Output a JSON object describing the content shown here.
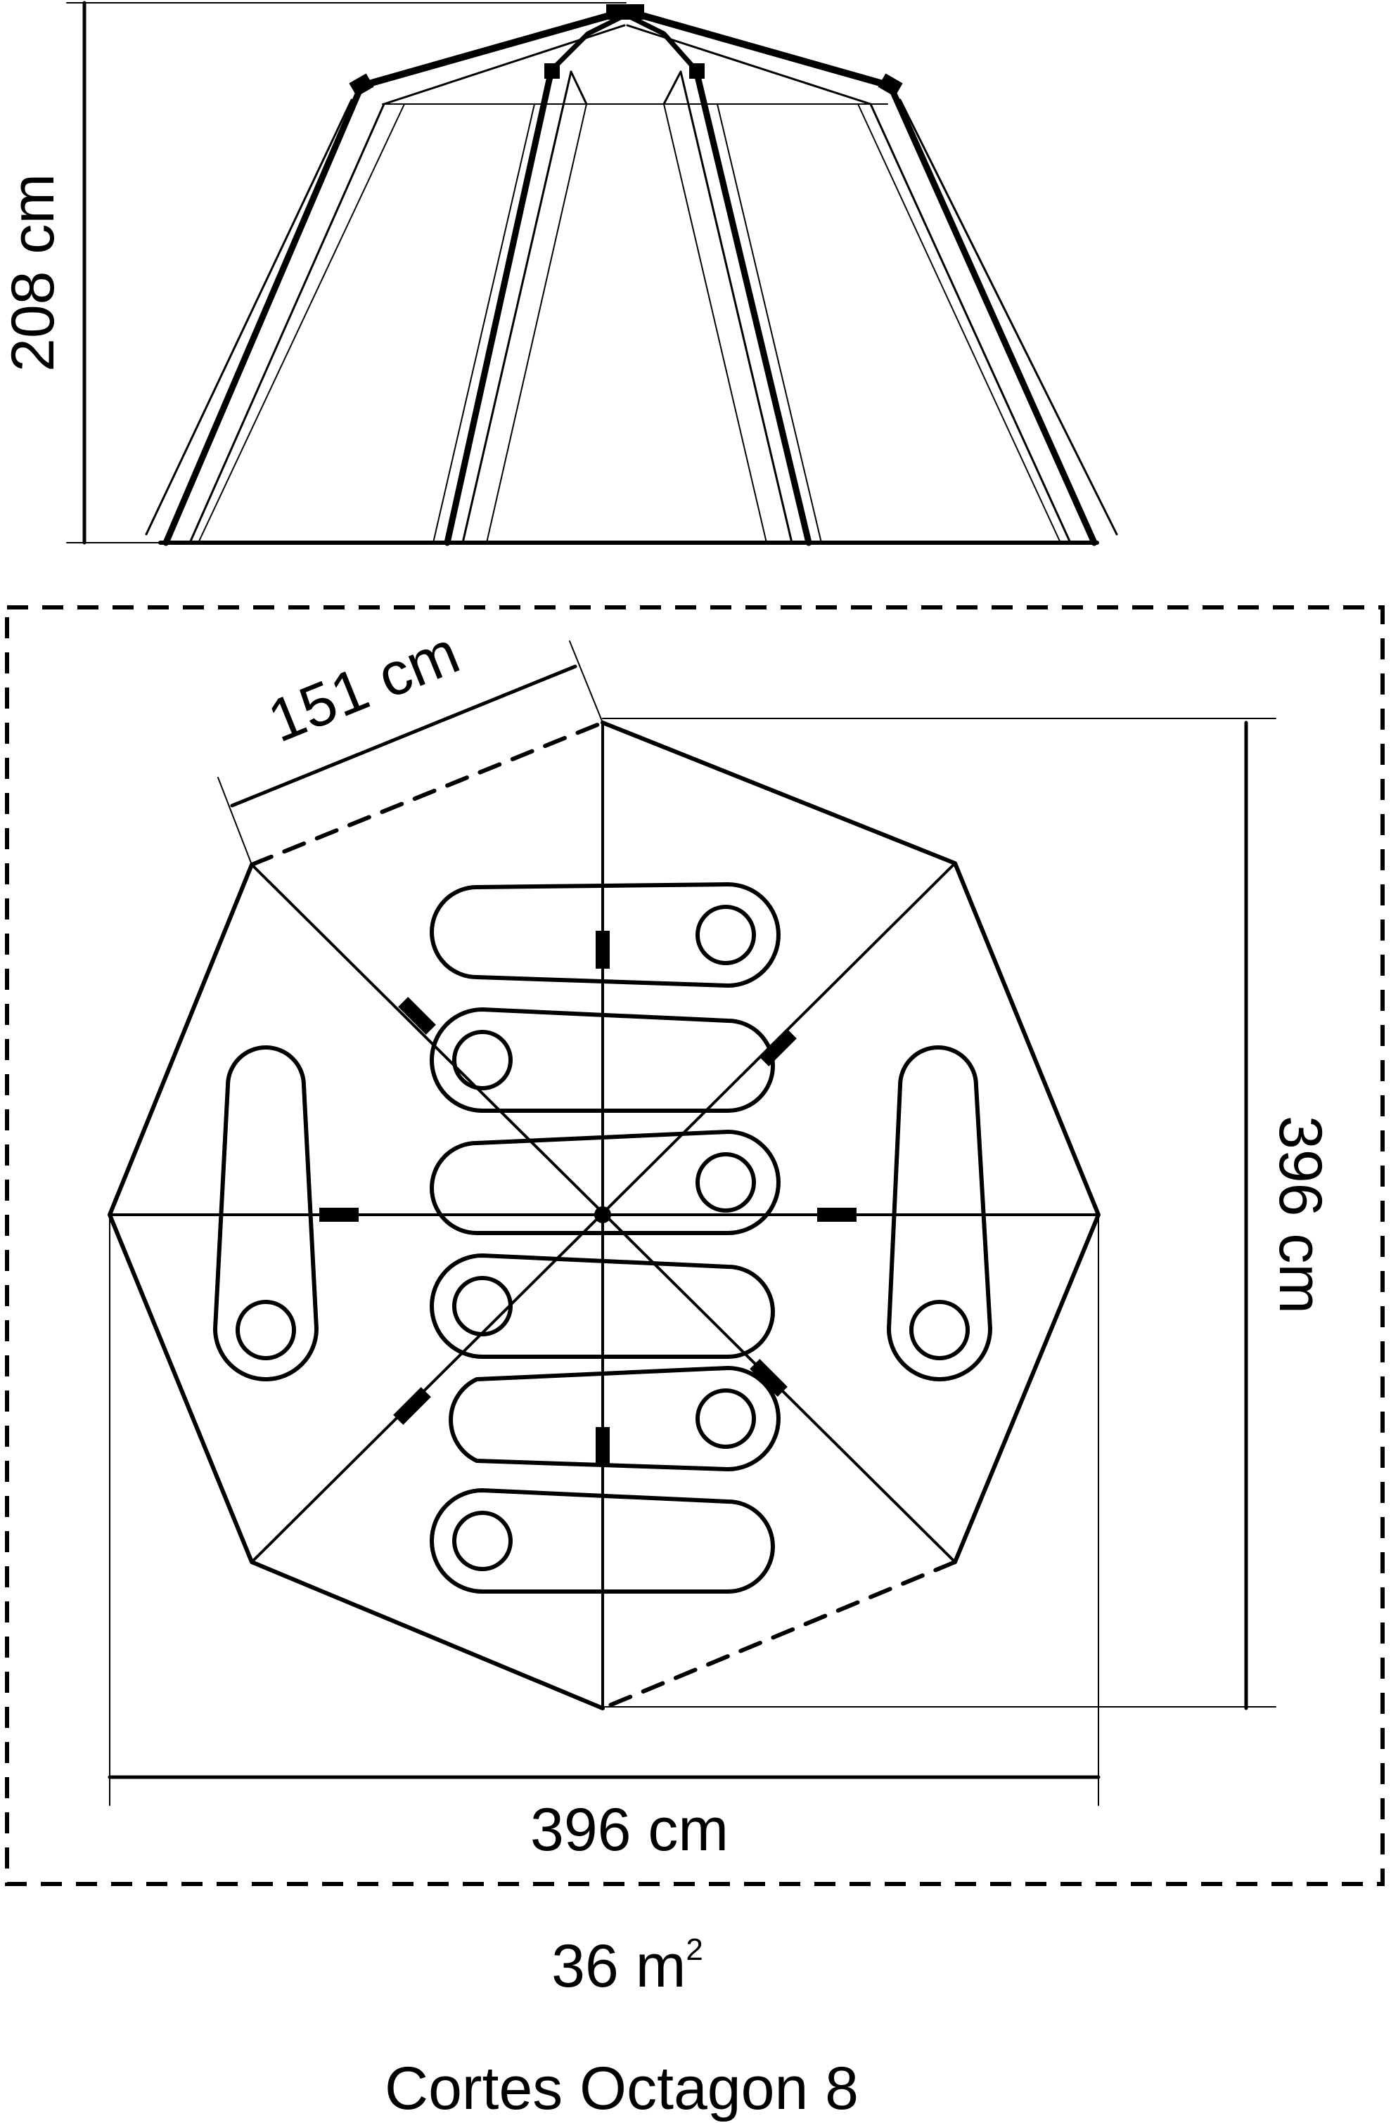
{
  "dimensions": {
    "height_label": "208 cm",
    "side_label": "151 cm",
    "depth_label": "396 cm",
    "width_label": "396 cm"
  },
  "area": {
    "value": "36 m",
    "superscript": "2"
  },
  "product_name": "Cortes Octagon 8",
  "colors": {
    "line": "#000000",
    "background": "#ffffff"
  }
}
